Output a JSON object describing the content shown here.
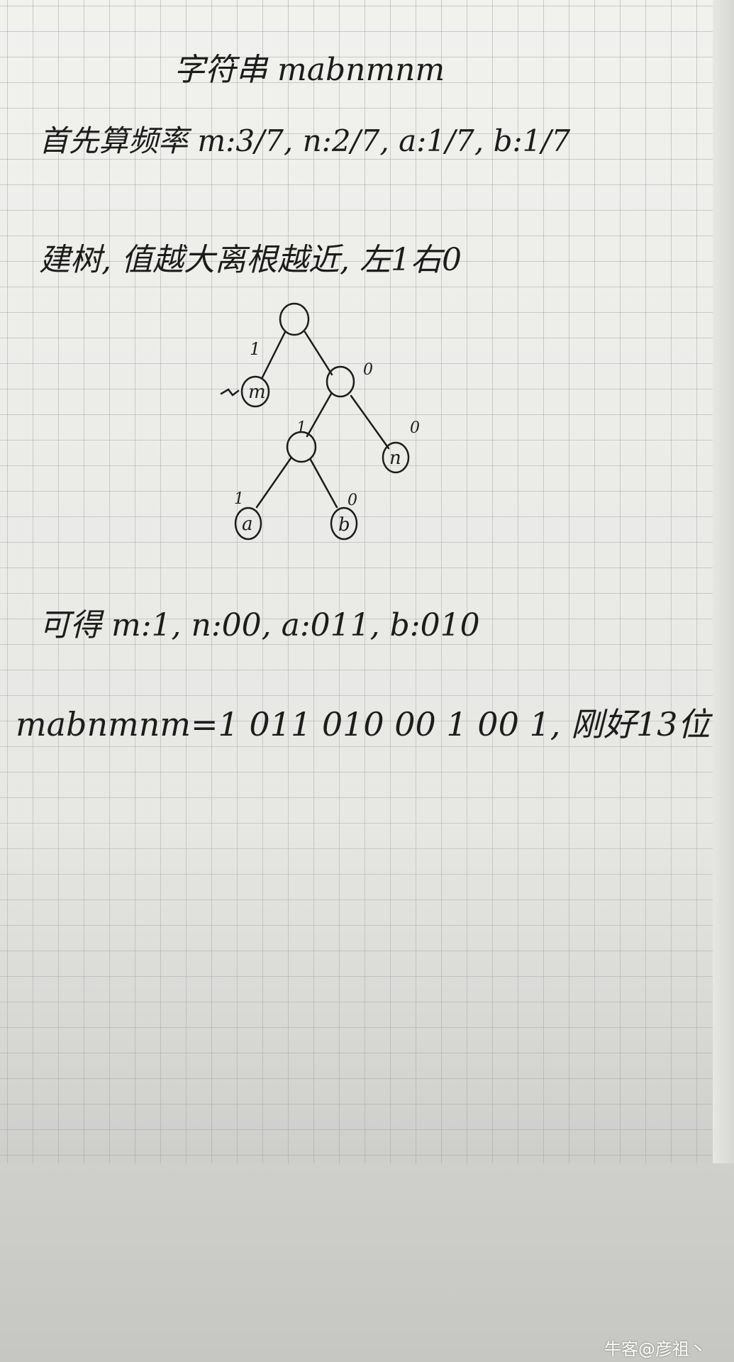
{
  "notes": {
    "title": "字符串 mabnmnm",
    "frequency_line": "首先算频率 m:3/7, n:2/7, a:1/7, b:1/7",
    "build_line": "建树, 值越大离根越近, 左1右0",
    "codes_line": "可得 m:1, n:00, a:011, b:010",
    "encoded_line": "mabnmnm=1 011 010 00 1 00 1, 刚好13位"
  },
  "tree": {
    "edges": [
      {
        "label": "1"
      },
      {
        "label": "0"
      },
      {
        "label": "1"
      },
      {
        "label": "0"
      },
      {
        "label": "1"
      },
      {
        "label": "0"
      }
    ],
    "leaves": [
      "m",
      "n",
      "a",
      "b"
    ]
  },
  "watermark": "牛客@彦祖丶"
}
